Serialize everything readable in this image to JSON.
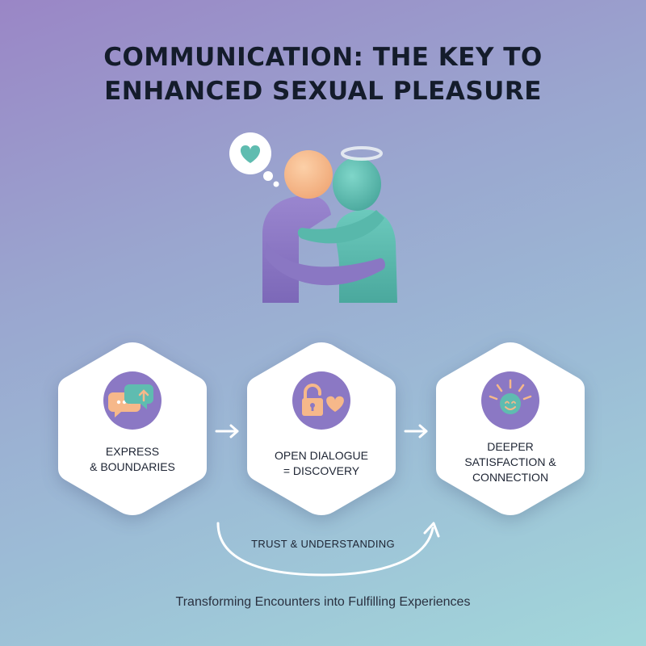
{
  "title": {
    "line1": "COMMUNICATION: THE KEY TO",
    "line2": "ENHANCED SEXUAL PLEASURE"
  },
  "illustration": {
    "icons": [
      "heart-thought-bubble-icon",
      "embracing-couple-icon",
      "halo-icon"
    ]
  },
  "steps": [
    {
      "icon": "chat-bubbles-icon",
      "line1": "EXPRESS",
      "line2": "& BOUNDARIES",
      "line3": ""
    },
    {
      "icon": "unlocked-padlock-heart-icon",
      "line1": "OPEN DIALOGUE",
      "line2": "= DISCOVERY",
      "line3": ""
    },
    {
      "icon": "smiling-sun-icon",
      "line1": "DEEPER",
      "line2": "SATISFACTION &",
      "line3": "CONNECTION"
    }
  ],
  "loop": {
    "label": "TRUST & UNDERSTANDING"
  },
  "tagline": "Transforming Encounters into Fulfilling Experiences",
  "colors": {
    "purple": "#8b78c4",
    "teal": "#5fbcb0",
    "peach": "#f6b88a",
    "title": "#141c2b"
  }
}
